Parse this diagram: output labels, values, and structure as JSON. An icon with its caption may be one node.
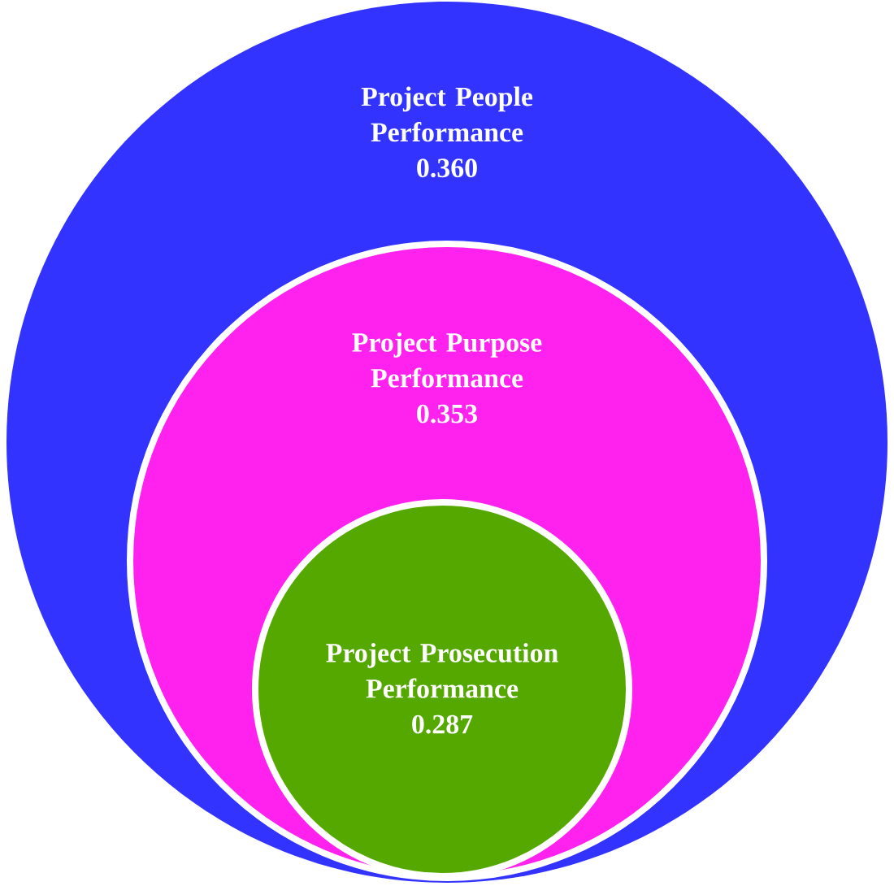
{
  "diagram": {
    "nodes": [
      {
        "text": [
          "Project People Performance",
          "0.360"
        ]
      },
      {
        "text": [
          "Project Purpose Performance",
          "0.353"
        ],
        "in": 0
      },
      {
        "text": [
          "Project Prosecution Performance",
          "0.287"
        ],
        "in": 1
      }
    ]
  }
}
